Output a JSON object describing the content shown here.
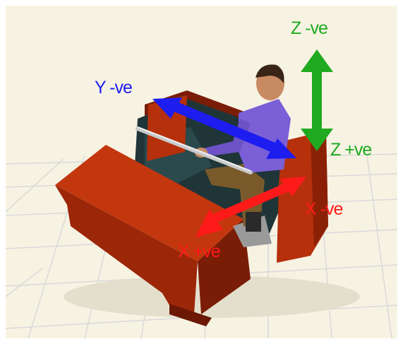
{
  "axes": {
    "z_neg": "Z -ve",
    "z_pos": "Z +ve",
    "y_neg": "Y -ve",
    "x_neg": "X -ve",
    "x_pos": "X +ve"
  },
  "colors": {
    "background": "#f7f3e3",
    "grid": "#d9d9d9",
    "vehicle_body": "#b5300b",
    "vehicle_dark": "#7a1d06",
    "cab_interior": "#1f3538",
    "shirt": "#7a5fd6",
    "trousers": "#7a5a2b",
    "skin": "#c88a62",
    "hair": "#3a2418",
    "steering_bar": "#c9c9c9",
    "z_arrow": "#1faa1f",
    "y_arrow": "#1d1df0",
    "x_arrow": "#ff1a1a"
  }
}
